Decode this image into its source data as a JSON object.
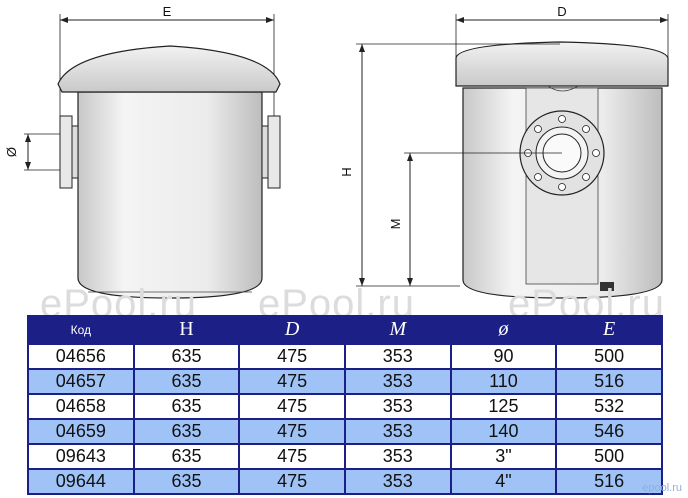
{
  "drawing": {
    "labels": {
      "e": "E",
      "d": "D",
      "h": "H",
      "m": "M",
      "dia": "Ø"
    }
  },
  "watermarks": [
    "ePool.ru",
    "ePool.ru",
    "ePool.ru"
  ],
  "table": {
    "headers": [
      "Код",
      "H",
      "D",
      "M",
      "ø",
      "E"
    ],
    "rows": [
      [
        "04656",
        "635",
        "475",
        "353",
        "90",
        "500"
      ],
      [
        "04657",
        "635",
        "475",
        "353",
        "110",
        "516"
      ],
      [
        "04658",
        "635",
        "475",
        "353",
        "125",
        "532"
      ],
      [
        "04659",
        "635",
        "475",
        "353",
        "140",
        "546"
      ],
      [
        "09643",
        "635",
        "475",
        "353",
        "3\"",
        "500"
      ],
      [
        "09644",
        "635",
        "475",
        "353",
        "4\"",
        "516"
      ]
    ]
  },
  "corner_mark": "epool.ru",
  "colors": {
    "header": "#1b1f86",
    "row_alt": "#9fc3f7",
    "row_plain": "#ffffff"
  }
}
